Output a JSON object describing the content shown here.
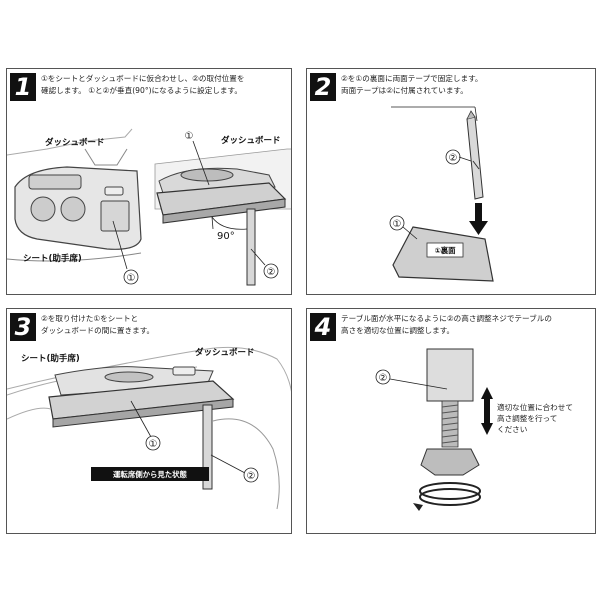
{
  "steps": [
    {
      "number": "1",
      "text_lines": [
        "①をシートとダッシュボードに仮合わせし、②の取付位置を",
        "確認します。 ①と②が垂直(90°)になるように設定します。"
      ],
      "labels": {
        "dashboard_a": "ダッシュボード",
        "seat": "シート(助手席)",
        "part1_a": "①",
        "part1_b": "①",
        "dashboard_b": "ダッシュボード",
        "angle": "90°",
        "part2": "②"
      }
    },
    {
      "number": "2",
      "text_lines": [
        "②を①の裏面に両面テープで固定します。",
        "両面テープは②に付属されています。"
      ],
      "labels": {
        "part2": "②",
        "part1": "①",
        "back_side": "①裏面"
      }
    },
    {
      "number": "3",
      "text_lines": [
        "②を取り付けた①をシートと",
        "ダッシュボードの間に置きます。"
      ],
      "labels": {
        "seat": "シート(助手席)",
        "dashboard": "ダッシュボード",
        "part1": "①",
        "view_note": "運転席側から見た状態",
        "part2": "②"
      }
    },
    {
      "number": "4",
      "text_lines": [
        "テーブル面が水平になるように②の高さ調整ネジでテーブルの",
        "高さを適切な位置に調整します。"
      ],
      "labels": {
        "part2": "②",
        "adjust_line1": "適切な位置に合わせて",
        "adjust_line2": "高さ調整を行って",
        "adjust_line3": "ください"
      }
    }
  ]
}
